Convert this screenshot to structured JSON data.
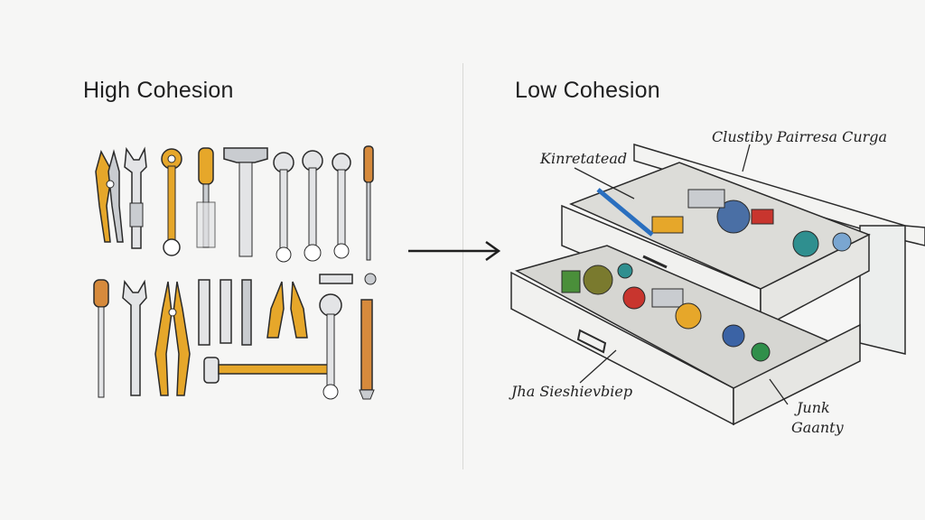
{
  "diagram": {
    "left_title": "High Cohesion",
    "right_title": "Low Cohesion",
    "annotations": {
      "top_left": "Kinretatead",
      "top_right": "Clustiby Pairresa Curga",
      "bottom_left": "Jha Sieshievbiep",
      "bottom_right_1": "Junk",
      "bottom_right_2": "Gaanty"
    }
  },
  "colors": {
    "tool_yellow": "#e6a72a",
    "tool_orange": "#d68a3c",
    "tool_steel": "#c9ccd0",
    "ink": "#2a2a2a",
    "drawer_fill": "#f1f1ef"
  },
  "icons": {
    "arrow": "right-arrow",
    "tools": [
      "wrench",
      "pliers",
      "screwdriver",
      "adjustable-wrench",
      "hammer",
      "socket"
    ]
  }
}
